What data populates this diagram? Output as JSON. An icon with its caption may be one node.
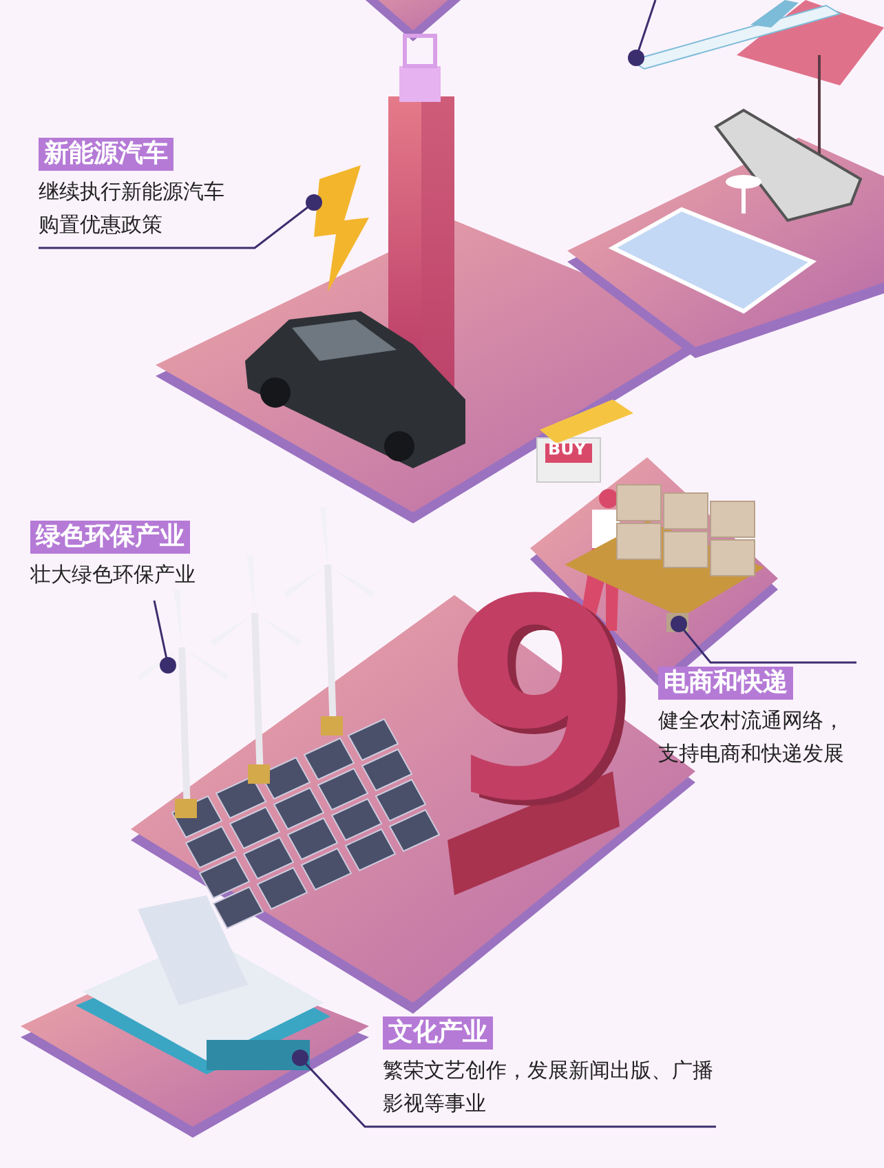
{
  "diagram": {
    "nodes": [
      {
        "text": [
          "新能源汽车",
          "继续执行新能源汽车购置优惠政策"
        ]
      },
      {
        "text": [],
        "shape": "picture"
      },
      {
        "text": [
          "绿色环保产业",
          "壮大绿色环保产业"
        ]
      },
      {
        "text": [],
        "shape": "picture"
      },
      {
        "text": [
          "电商和快递",
          "健全农村流通网络，支持电商和快递发展"
        ]
      },
      {
        "text": [],
        "shape": "picture"
      },
      {
        "text": [
          "文化产业",
          "繁荣文艺创作，发展新闻出版、广播影视等事业"
        ]
      },
      {
        "text": [],
        "shape": "picture"
      },
      {
        "text": [],
        "shape": "picture"
      }
    ],
    "edges": [
      {
        "from": 0,
        "to": 1,
        "arrow": "other"
      },
      {
        "from": 2,
        "to": 3,
        "arrow": "other"
      },
      {
        "from": 4,
        "to": 5,
        "arrow": "other"
      },
      {
        "from": 6,
        "to": 7,
        "arrow": "other"
      },
      {
        "from": null,
        "to": 8,
        "arrow": "other"
      }
    ],
    "labels": [
      "BUY",
      "9"
    ]
  }
}
